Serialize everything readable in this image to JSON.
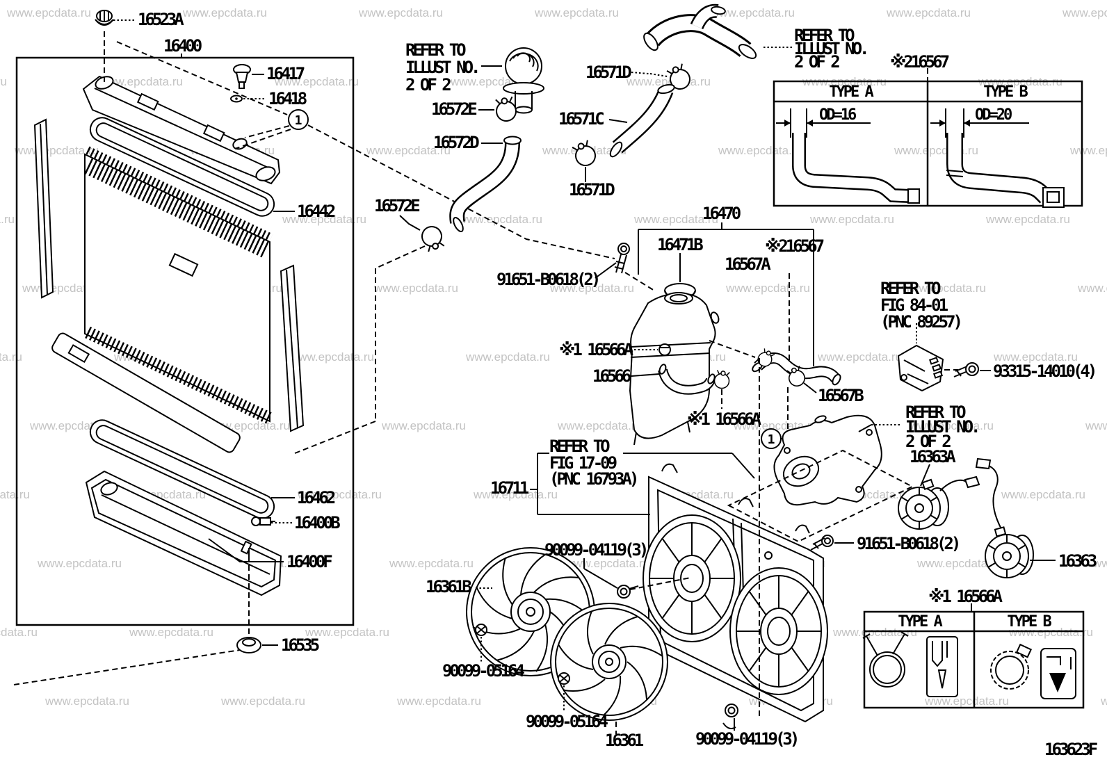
{
  "title_code": "163623F",
  "watermark": "www.epcdata.ru",
  "callout_circle": "1",
  "parts": {
    "cap_bolt": "16523A",
    "radiator_assy": "16400",
    "plug": "16417",
    "gasket_16418": "16418",
    "gasket_16442": "16442",
    "gasket_16462": "16462",
    "drain_cock": "16400B",
    "drain_washer": "16400F",
    "grommet_16535": "16535",
    "clamp_16572e": "16572E",
    "hose_16572d": "16572D",
    "clamp_16571d": "16571D",
    "hose_16571c": "16571C",
    "ref2_16567": "※216567",
    "tank_16470": "16470",
    "cap_16471b": "16471B",
    "hose_16567a": "16567A",
    "bolt_91651": "91651-B0618(2)",
    "ref1_16566a": "※1 16566A",
    "hose_16566": "16566",
    "hose_16567b": "16567B",
    "screw_93315": "93315-14010(4)",
    "motor_16363a": "16363A",
    "motor_16363": "16363",
    "shroud_16711": "16711",
    "screw_04119": "90099-04119(3)",
    "fan_16361b": "16361B",
    "screw_05164": "90099-05164",
    "fan_16361": "16361"
  },
  "notes": {
    "refer_illust": [
      "REFER TO",
      "ILLUST NO.",
      "2 OF 2"
    ],
    "refer_fig_84": [
      "REFER TO",
      "FIG 84-01",
      "(PNC 89257)"
    ],
    "refer_fig_17": [
      "REFER TO",
      "FIG 17-09",
      "(PNC 16793A)"
    ]
  },
  "hose_type_box": {
    "type_a": "TYPE A",
    "type_b": "TYPE B",
    "od_a": "OD=16",
    "od_b": "OD=20"
  },
  "clamp_type_box": {
    "type_a": "TYPE A",
    "type_b": "TYPE B"
  }
}
